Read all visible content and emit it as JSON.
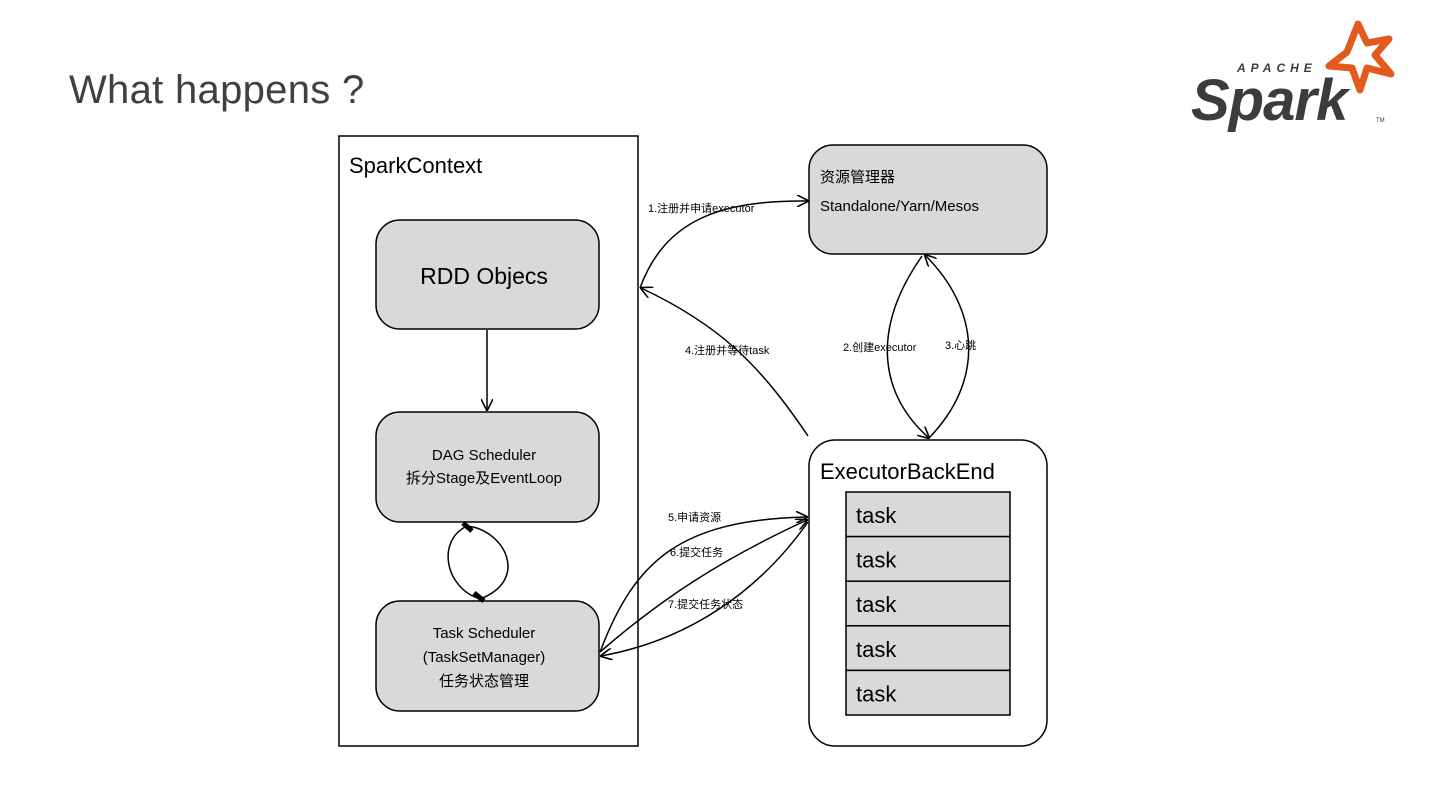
{
  "slide": {
    "title": "What happens ?"
  },
  "logo": {
    "top_text": "APACHE",
    "word": "Spark",
    "tm": "TM",
    "colors": {
      "text": "#3c3c3c",
      "star": "#e25a1c"
    }
  },
  "diagram": {
    "spark_context": {
      "label": "SparkContext",
      "rdd": "RDD Objecs",
      "dag": {
        "line1": "DAG Scheduler",
        "line2": "拆分Stage及EventLoop"
      },
      "task_scheduler": {
        "line1": "Task Scheduler",
        "line2": "(TaskSetManager)",
        "line3": "任务状态管理"
      }
    },
    "resource_manager": {
      "line1": "资源管理器",
      "line2": "Standalone/Yarn/Mesos"
    },
    "executor": {
      "label": "ExecutorBackEnd",
      "tasks": [
        "task",
        "task",
        "task",
        "task",
        "task"
      ]
    },
    "edges": {
      "e1": "1.注册并申请executor",
      "e2": "2.创建executor",
      "e3": "3.心跳",
      "e4": "4.注册并等待task",
      "e5": "5.申请资源",
      "e6": "6.提交任务",
      "e7": "7.提交任务状态"
    },
    "colors": {
      "box_fill": "#d9d9d9",
      "stroke": "#000000"
    }
  }
}
